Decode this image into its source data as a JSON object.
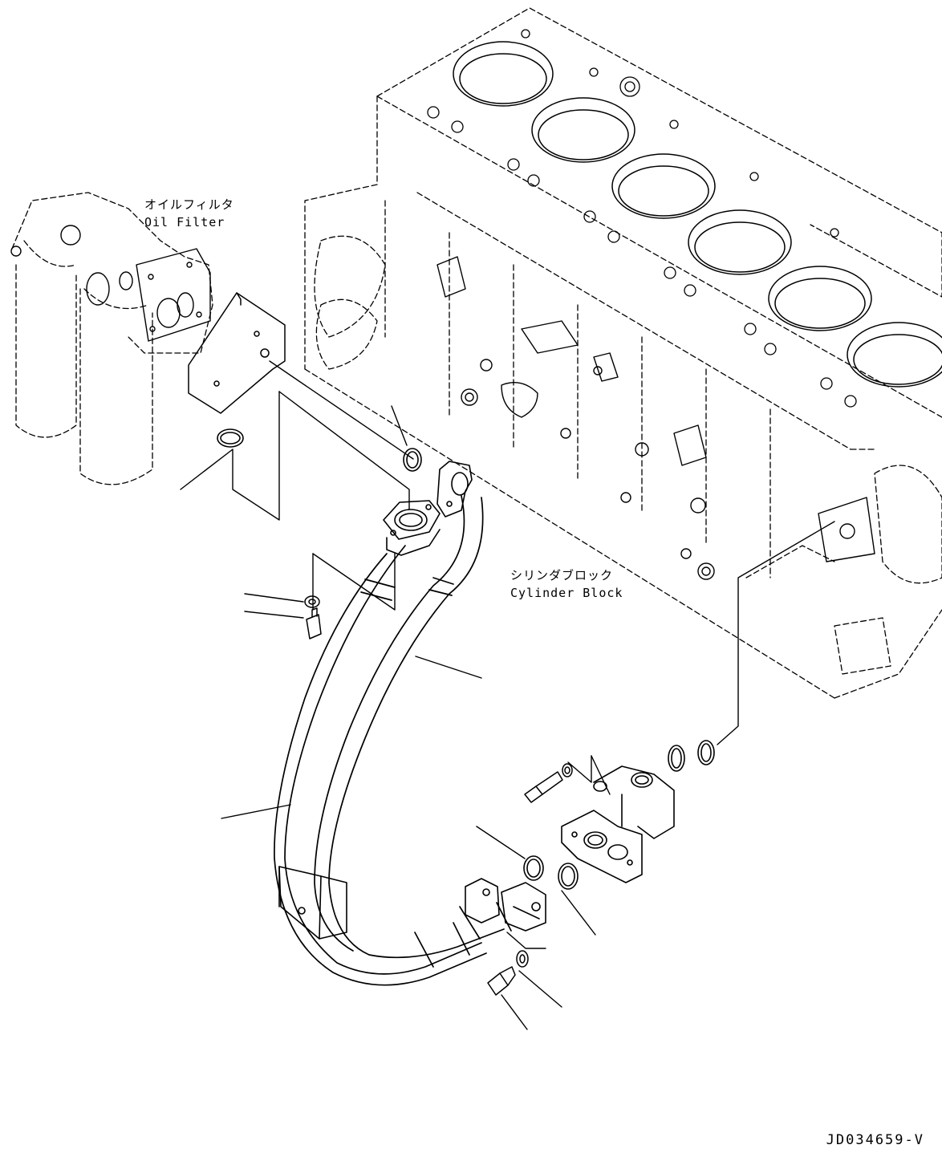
{
  "labels": {
    "oil_filter_jp": "オイルフィルタ",
    "oil_filter_en": "Oil Filter",
    "cylinder_block_jp": "シリンダブロック",
    "cylinder_block_en": "Cylinder Block"
  },
  "drawing_number": "JD034659-V",
  "colors": {
    "line": "#000000",
    "background": "#ffffff"
  }
}
